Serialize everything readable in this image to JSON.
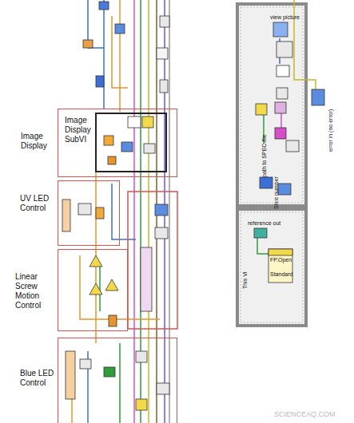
{
  "diagram": {
    "nodes": [
      {
        "text": [
          "Image Display"
        ]
      },
      {
        "text": [
          "Image Display SubVI"
        ],
        "in": 0
      },
      {
        "text": [
          "UV LED Control"
        ]
      },
      {
        "text": [
          "Linear Screw Motion Control"
        ]
      },
      {
        "text": [
          "Blue LED Control"
        ]
      }
    ],
    "labels": [
      "view picture",
      "path to SPEC-file",
      "Slice number",
      "error in (no error)",
      "reference out",
      "This VI",
      "FP.Open",
      "Standard",
      "SCIENCEAQ.COM"
    ]
  }
}
